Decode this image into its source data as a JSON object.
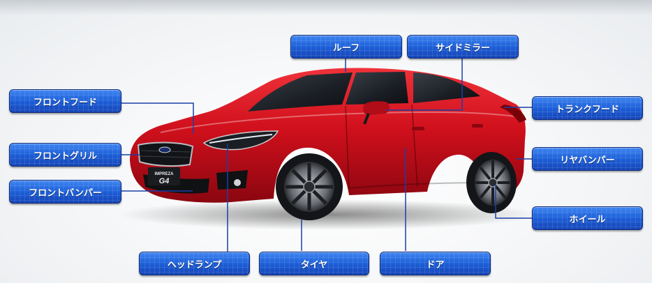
{
  "colors": {
    "button_blue": "#1f5fd6",
    "button_border": "#0d2a7a",
    "leader_line": "#1b3fa8",
    "car_red": "#d0101c"
  },
  "car": {
    "badge_text": "IMPREZA",
    "model_text": "G4"
  },
  "parts": {
    "roof": "ルーフ",
    "side_mirror": "サイドミラー",
    "front_hood": "フロントフード",
    "trunk_hood": "トランクフード",
    "front_grille": "フロントグリル",
    "rear_bumper": "リヤバンパー",
    "front_bumper": "フロントバンパー",
    "wheel": "ホイール",
    "headlamp": "ヘッドランプ",
    "tire": "タイヤ",
    "door": "ドア"
  }
}
